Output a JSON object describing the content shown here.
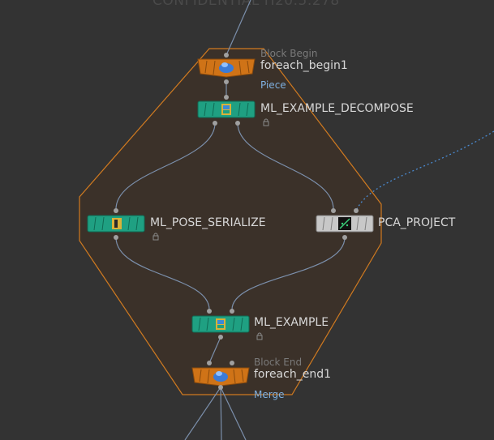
{
  "watermark": "CONFIDENTIAL H20.5.278",
  "colors": {
    "background": "#333333",
    "block_fill": "#3b3129",
    "block_stroke": "#d07a20",
    "wire": "#7b8fab",
    "wire_dotted": "#4a8ad0",
    "node_teal": "#1fa082",
    "node_orange": "#cf7317",
    "node_gray": "#c8c8c8",
    "port": "#a0a0a0"
  },
  "nodes": {
    "foreach_begin": {
      "type_label": "Block Begin",
      "name": "foreach_begin1",
      "mode": "Piece",
      "icon": "foreach-begin-icon"
    },
    "decompose": {
      "name": "ML_EXAMPLE_DECOMPOSE",
      "icon": "ml-package-icon",
      "locked": true
    },
    "pose_serialize": {
      "name": "ML_POSE_SERIALIZE",
      "icon": "ml-serialize-icon",
      "locked": true
    },
    "pca_project": {
      "name": "PCA_PROJECT",
      "icon": "pca-project-icon",
      "locked": false
    },
    "ml_example": {
      "name": "ML_EXAMPLE",
      "icon": "ml-package-icon",
      "locked": true
    },
    "foreach_end": {
      "type_label": "Block End",
      "name": "foreach_end1",
      "mode": "Merge",
      "icon": "foreach-end-icon"
    }
  }
}
